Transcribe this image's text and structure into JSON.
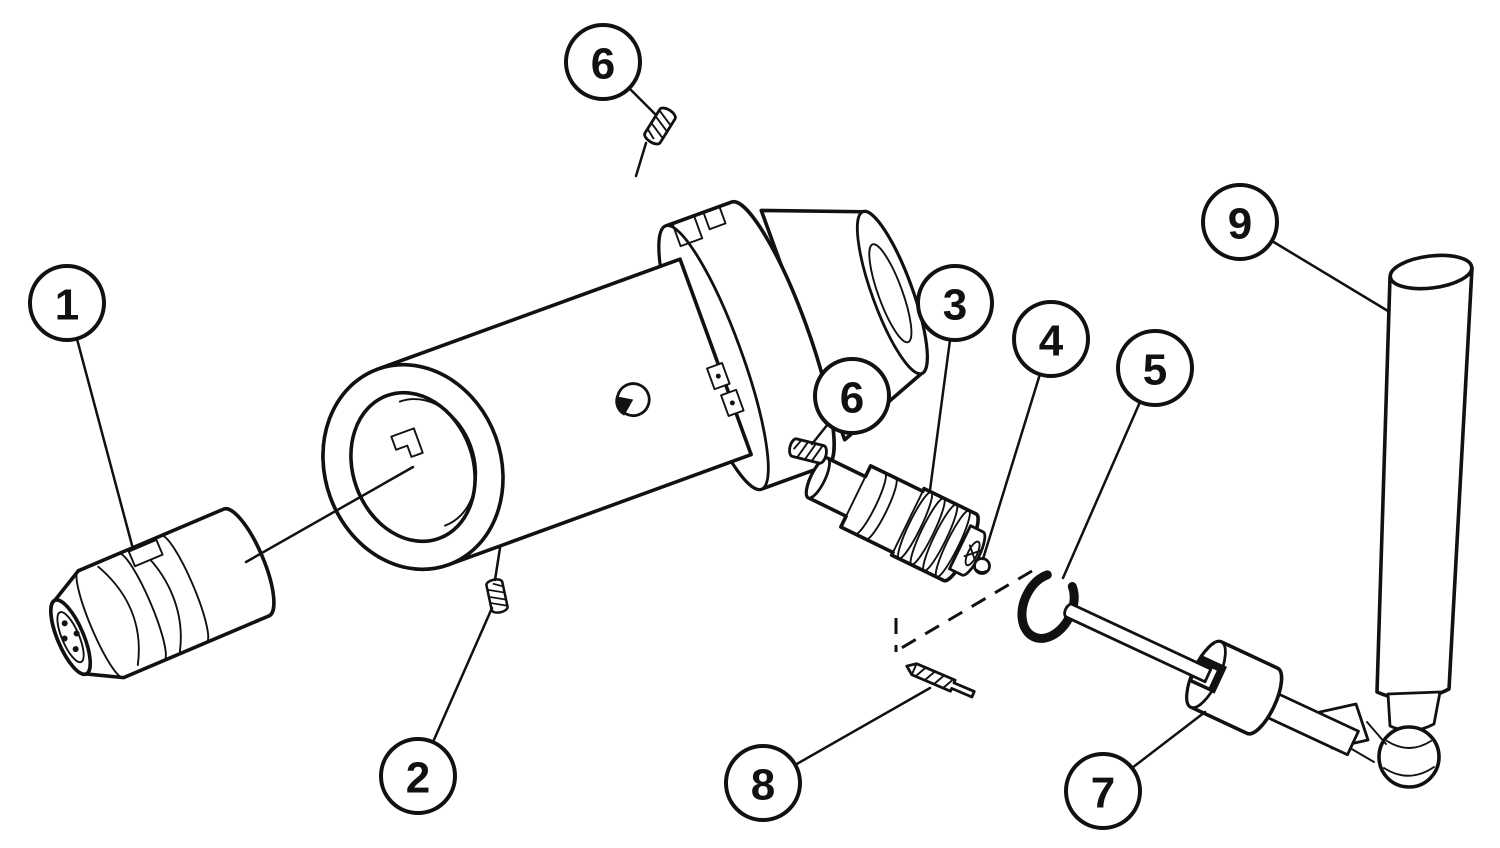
{
  "diagram": {
    "type": "exploded-parts-diagram",
    "background_color": "#ffffff",
    "line_color": "#111111",
    "callouts": [
      {
        "label": "1"
      },
      {
        "label": "6"
      },
      {
        "label": "9"
      },
      {
        "label": "3"
      },
      {
        "label": "4"
      },
      {
        "label": "5"
      },
      {
        "label": "6"
      },
      {
        "label": "2"
      },
      {
        "label": "8"
      },
      {
        "label": "7"
      }
    ]
  }
}
